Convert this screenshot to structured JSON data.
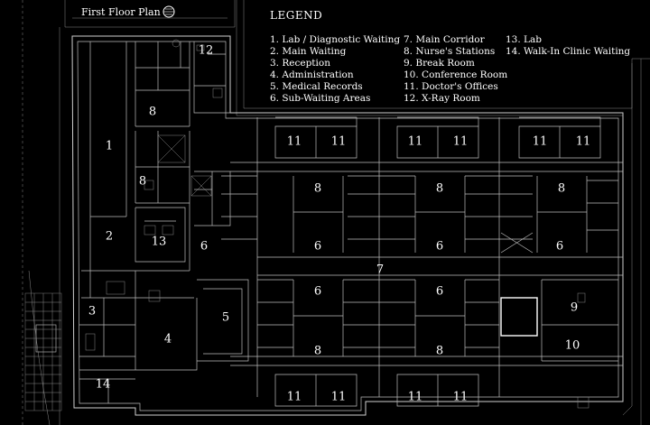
{
  "title": "First Floor Plan",
  "legend": {
    "heading": "LEGEND",
    "items": [
      "1. Lab / Diagnostic Waiting",
      "2. Main Waiting",
      "3. Reception",
      "4. Administration",
      "5. Medical Records",
      "6. Sub-Waiting Areas",
      "7. Main Corridor",
      "8. Nurse's Stations",
      "9. Break Room",
      "10. Conference Room",
      "11. Doctor's Offices",
      "12. X-Ray Room",
      "13. Lab",
      "14. Walk-In Clinic Waiting"
    ]
  },
  "room_labels": [
    "1",
    "2",
    "3",
    "4",
    "5",
    "6",
    "7",
    "8",
    "9",
    "10",
    "11",
    "12",
    "13",
    "14"
  ],
  "icons": [
    "north-arrow-icon"
  ],
  "colors": {
    "background": "#000000",
    "lines": "#cfcfcf",
    "text": "#ffffff"
  }
}
